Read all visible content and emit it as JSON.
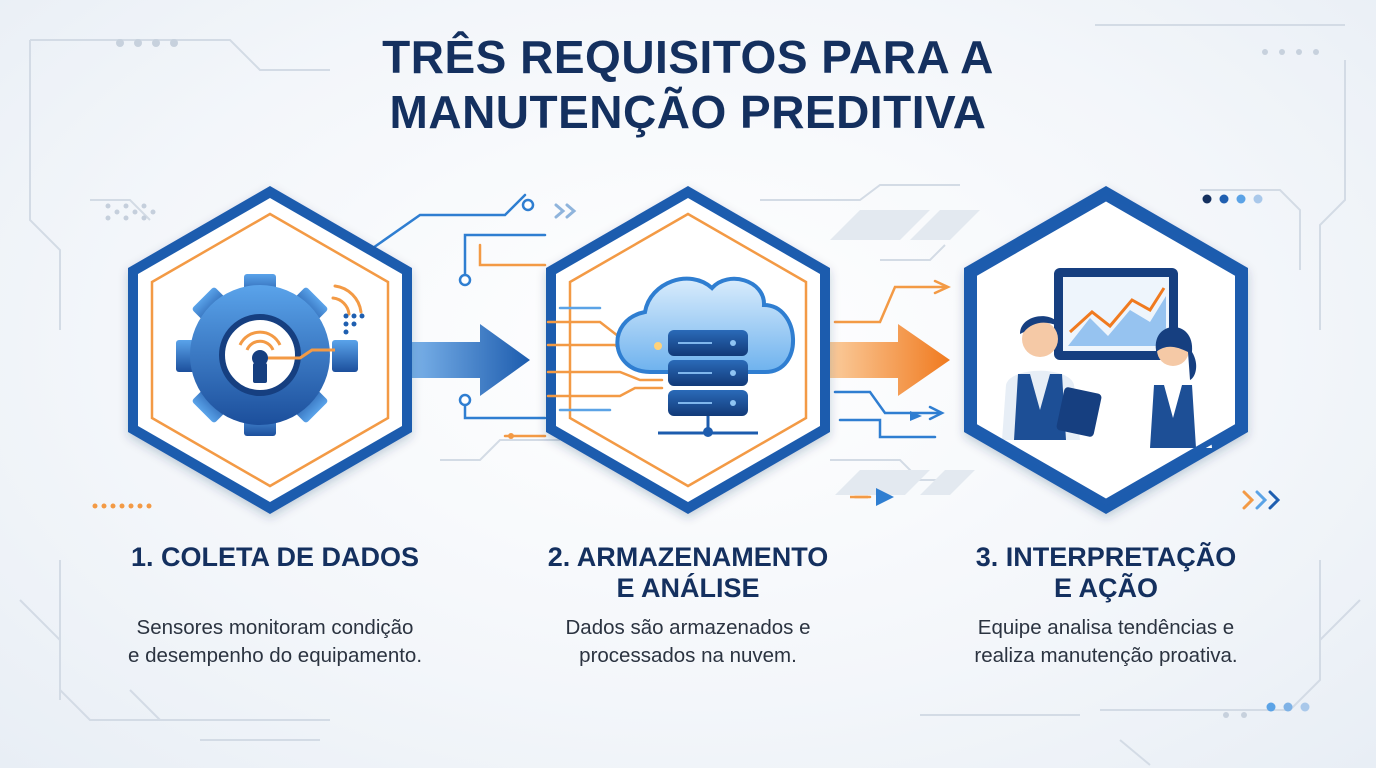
{
  "title": {
    "line1": "TRÊS REQUISITOS PARA A",
    "line2": "MANUTENÇÃO PREDITIVA"
  },
  "steps": [
    {
      "title_line1": "1. COLETA DE DADOS",
      "title_line2": "",
      "desc_line1": "Sensores monitoram condição",
      "desc_line2": "e desempenho do equipamento.",
      "icon": "gear-sensor-icon"
    },
    {
      "title_line1": "2. ARMAZENAMENTO",
      "title_line2": "E ANÁLISE",
      "desc_line1": "Dados são armazenados e",
      "desc_line2": "processados na nuvem.",
      "icon": "cloud-database-icon"
    },
    {
      "title_line1": "3. INTERPRETAÇÃO",
      "title_line2": "E AÇÃO",
      "desc_line1": "Equipe analisa tendências e",
      "desc_line2": "realiza manutenção proativa.",
      "icon": "team-analysis-icon"
    }
  ],
  "colors": {
    "navy": "#14305f",
    "blue": "#1f5fb0",
    "light_blue": "#5ba3e6",
    "orange": "#f39a45"
  }
}
